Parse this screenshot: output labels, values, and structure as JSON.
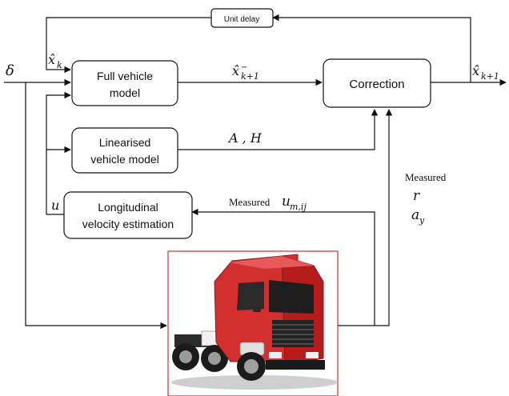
{
  "blocks": {
    "unit_delay": "Unit delay",
    "full_model_l1": "Full vehicle",
    "full_model_l2": "model",
    "correction": "Correction",
    "linearised_l1": "Linearised",
    "linearised_l2": "vehicle model",
    "longitudinal_l1": "Longitudinal",
    "longitudinal_l2": "velocity estimation"
  },
  "signals": {
    "delta": "δ",
    "xhat": "x̂",
    "xhat_k_sub": "k",
    "xhat_prior_sup": "−",
    "xhat_prior_sub": "k+1",
    "xhat_out_sub": "k+1",
    "ah": "A , H",
    "u": "u",
    "measured_u_label": "Measured",
    "u_m": "u",
    "u_m_sub": "m,ij",
    "measured_label": "Measured",
    "r": "r",
    "a_y": "a",
    "a_y_sub": "y"
  },
  "colors": {
    "stroke": "#111111",
    "truck_frame": "#c0392b",
    "truck_red": "#d32f2f"
  },
  "image": {
    "icon": "red-semi-truck-photo"
  }
}
